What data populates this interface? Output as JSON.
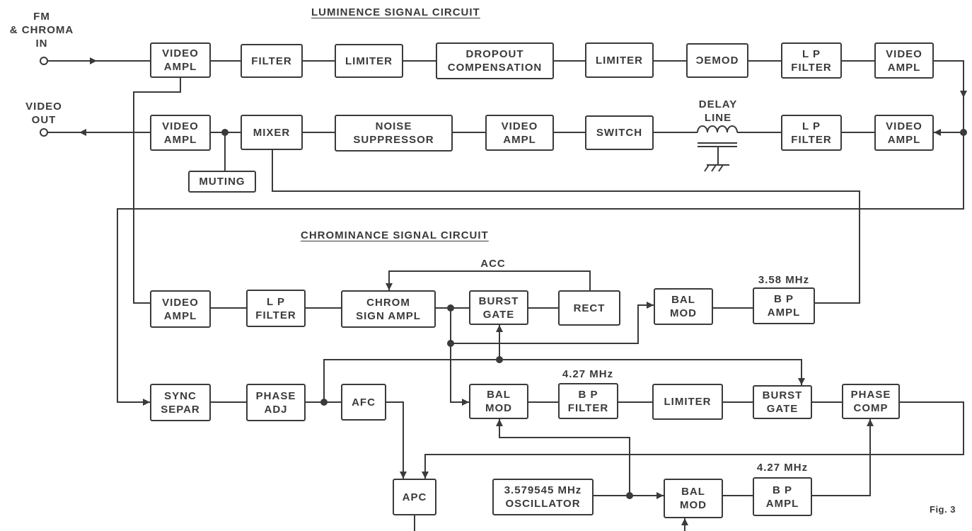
{
  "titles": {
    "luminance": "LUMINENCE SIGNAL CIRCUIT",
    "chrominance": "CHROMINANCE SIGNAL CIRCUIT"
  },
  "io": {
    "input": "FM\n& CHROMA\nIN",
    "output": "VIDEO\nOUT"
  },
  "labels": {
    "delay_line": "DELAY\nLINE",
    "acc": "ACC",
    "freq_358": "3.58 MHz",
    "freq_427_filter": "4.27 MHz",
    "freq_427_ampl": "4.27 MHz",
    "fig": "Fig. 3"
  },
  "blocks": {
    "lum_video_ampl_in": "VIDEO\nAMPL",
    "lum_filter": "FILTER",
    "lum_limiter_1": "LIMITER",
    "dropout_comp": "DROPOUT\nCOMPENSATION",
    "lum_limiter_2": "LIMITER",
    "demod": "ƆEMOD",
    "lum_lp_filter_1": "L P\nFILTER",
    "lum_video_ampl_1": "VIDEO\nAMPL",
    "lum_video_ampl_out": "VIDEO\nAMPL",
    "mixer": "MIXER",
    "noise_suppressor": "NOISE\nSUPPRESSOR",
    "lum_video_ampl_2": "VIDEO\nAMPL",
    "switch": "SWITCH",
    "lum_lp_filter_2": "L P\nFILTER",
    "lum_video_ampl_3": "VIDEO\nAMPL",
    "muting": "MUTING",
    "chr_video_ampl": "VIDEO\nAMPL",
    "chr_lp_filter": "L P\nFILTER",
    "chrom_sign_ampl": "CHROM\nSIGN  AMPL",
    "burst_gate_1": "BURST\nGATE",
    "rect": "RECT",
    "bal_mod_1": "BAL\nMOD",
    "bp_ampl_1": "B P\nAMPL",
    "sync_separ": "SYNC\nSEPAR",
    "phase_adj": "PHASE\nADJ",
    "afc": "AFC",
    "bal_mod_2": "BAL\nMOD",
    "bp_filter": "B P\nFILTER",
    "chr_limiter": "LIMITER",
    "burst_gate_2": "BURST\nGATE",
    "phase_comp": "PHASE\nCOMP",
    "apc": "APC",
    "oscillator": "3.579545 MHz\nOSCILLATOR",
    "bal_mod_3": "BAL\nMOD",
    "bp_ampl_2": "B P\nAMPL"
  }
}
